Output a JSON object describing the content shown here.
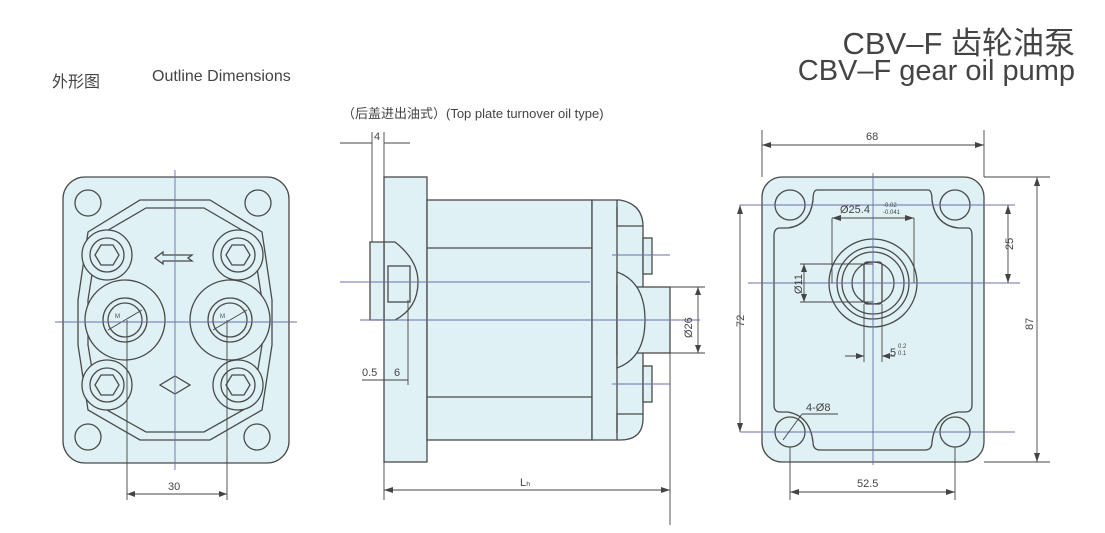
{
  "title_cn": "CBV–F 齿轮油泵",
  "title_en": "CBV–F gear oil pump",
  "section_cn": "外形图",
  "section_en": "Outline Dimensions",
  "subtitle": "（后盖进出油式）(Top plate turnover oil type)",
  "left_view": {
    "dim_port_spacing": "30",
    "port_label": "M"
  },
  "side_view": {
    "dim_top": "4",
    "dim_a": "0.5",
    "dim_b": "6",
    "dim_port_dia": "Ø26",
    "dim_length": "Lₕ"
  },
  "front_view": {
    "dim_width": "68",
    "dim_height": "87",
    "dim_hole_v": "72",
    "dim_shaft_offset": "25",
    "dim_hole_h": "52.5",
    "dim_pilot": "Ø25.4",
    "pilot_tol_upper": "-0.02",
    "pilot_tol_lower": "-0.041",
    "dim_shaft": "Ø11",
    "dim_key": "5",
    "key_tol_upper": "0.2",
    "key_tol_lower": "0.1",
    "dim_holes": "4-Ø8"
  }
}
